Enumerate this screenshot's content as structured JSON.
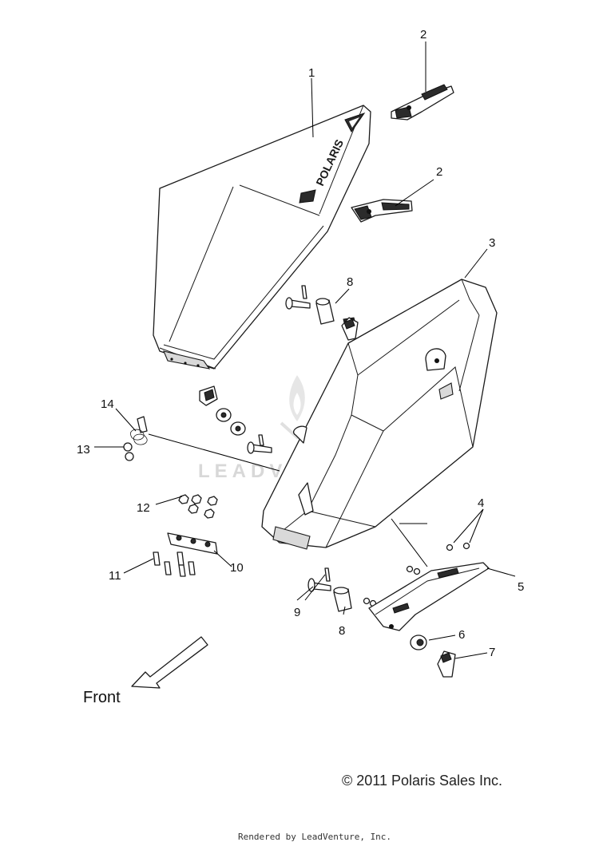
{
  "callouts": {
    "c1": "1",
    "c2a": "2",
    "c2b": "2",
    "c3": "3",
    "c4": "4",
    "c5": "5",
    "c6": "6",
    "c7": "7",
    "c8a": "8",
    "c8b": "8",
    "c9": "9",
    "c10": "10",
    "c11": "11",
    "c12": "12",
    "c13": "13",
    "c14": "14"
  },
  "front_label": "Front",
  "seat_logo": "POLARIS",
  "watermark": "LEADVENTURE",
  "copyright": "© 2011 Polaris Sales Inc.",
  "rendered_by": "Rendered by LeadVenture, Inc."
}
